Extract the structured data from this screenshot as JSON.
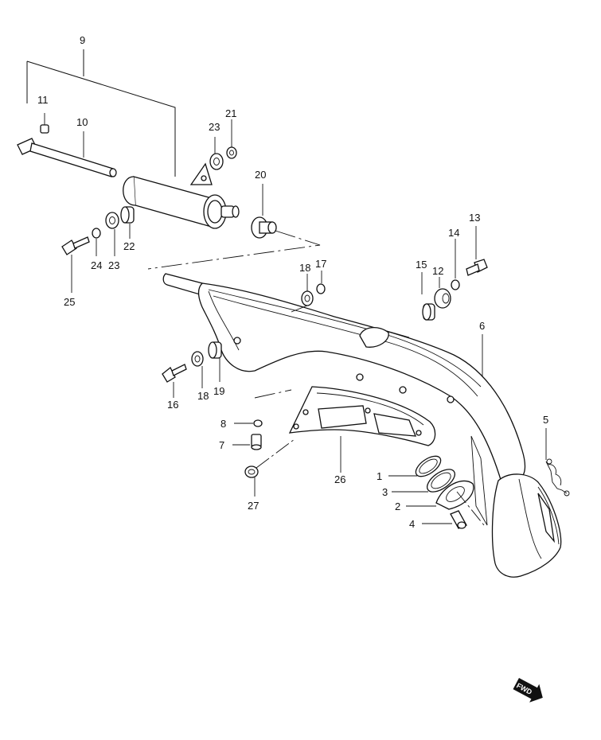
{
  "labels": {
    "p1": "1",
    "p2": "2",
    "p3": "3",
    "p4": "4",
    "p5": "5",
    "p6": "6",
    "p7": "7",
    "p8": "8",
    "p9": "9",
    "p10": "10",
    "p11": "11",
    "p12": "12",
    "p13": "13",
    "p14": "14",
    "p15": "15",
    "p16": "16",
    "p17": "17",
    "p18a": "18",
    "p18b": "18",
    "p19": "19",
    "p20": "20",
    "p21": "21",
    "p22": "22",
    "p23a": "23",
    "p23b": "23",
    "p24": "24",
    "p25": "25",
    "p26": "26",
    "p27": "27"
  },
  "fwd_badge": {
    "text": "FWD"
  },
  "colors": {
    "line": "#111111",
    "background": "#ffffff"
  }
}
